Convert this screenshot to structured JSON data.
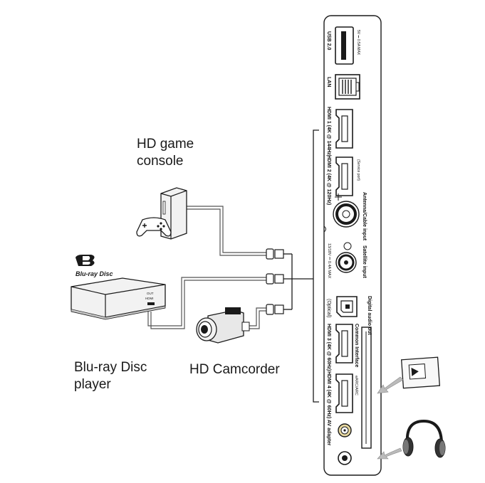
{
  "devices": {
    "game_console_line1": "HD game",
    "game_console_line2": "console",
    "bluray_line1": "Blu-ray Disc",
    "bluray_line2": "player",
    "camcorder": "HD Camcorder",
    "bluray_logo": "Blu-ray Disc",
    "bluray_box_out": "OUT",
    "bluray_box_hdmi": "HDMI"
  },
  "tv_panel_ports": {
    "usb": "USB 2.0",
    "usb_rating": "5V ⎓ 0.5A MAX",
    "lan": "LAN",
    "hdmi1": "HDMI 1 (4K @ 144Hz)",
    "hdmi2": "HDMI 2 (4K @ 120Hz)",
    "hdmi2_note": "(Service port)",
    "antenna": "Antenna/Cable input",
    "satellite": "Satellite input",
    "satellite_rating": "13/18V ⎓ 0.4A MAX",
    "digital_audio": "Digital audio out",
    "optical": "(Optical)",
    "hdmi3": "HDMI 3 (4K @ 60Hz)",
    "common_interface": "Common Interface",
    "hdmi4": "HDMI 4 (4K @ 60Hz)",
    "earc": "eARC/ARC",
    "av_adapter": "AV adapter"
  },
  "colors": {
    "line": "#1a1a1a",
    "cable": "#888888",
    "device_fill": "#f2f2f2",
    "device_shadow": "#c8c8c8"
  }
}
